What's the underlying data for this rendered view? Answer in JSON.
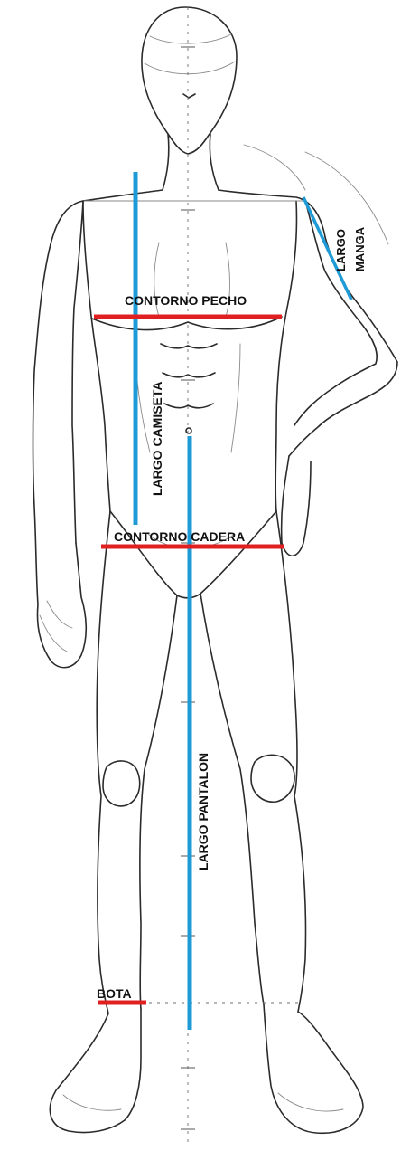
{
  "labels": {
    "contorno_pecho": "CONTORNO PECHO",
    "contorno_cadera": "CONTORNO CADERA",
    "largo_camiseta": "LARGO CAMISETA",
    "largo_pantalon": "LARGO PANTALON",
    "largo_manga_1": "LARGO",
    "largo_manga_2": "MANGA",
    "bota": "BOTA"
  },
  "colors": {
    "measure_length": "#1e9bd7",
    "measure_contour": "#e02020",
    "sketch": "#2b2b2b"
  }
}
